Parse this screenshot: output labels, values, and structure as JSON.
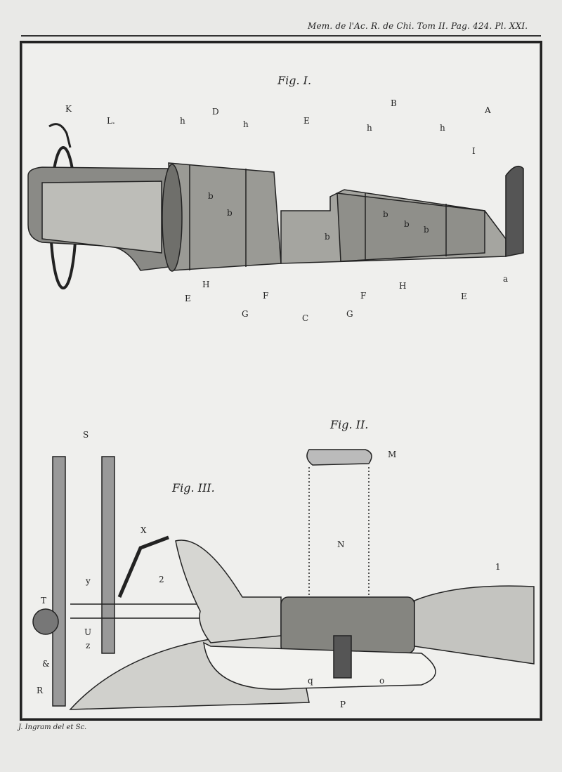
{
  "header": "Mem. de l'Ac. R. de Chi. Tom II. Pag. 424. Pl. XXI.",
  "signature": "J. Ingram del et Sc.",
  "figures": {
    "fig1": "Fig. I.",
    "fig2": "Fig. II.",
    "fig3": "Fig. III."
  },
  "fig1_labels": [
    "K",
    "L.",
    "h",
    "D",
    "h",
    "E",
    "B",
    "h",
    "h",
    "A",
    "I",
    "b",
    "b",
    "b",
    "b",
    "b",
    "b",
    "E",
    "H",
    "G",
    "F",
    "C",
    "G",
    "F",
    "H",
    "E",
    "a"
  ],
  "fig2_labels": [
    "M",
    "N"
  ],
  "fig3_labels": [
    "S",
    "X",
    "y",
    "2",
    "T",
    "U",
    "z",
    "&",
    "R",
    "q",
    "o",
    "P",
    "1"
  ]
}
